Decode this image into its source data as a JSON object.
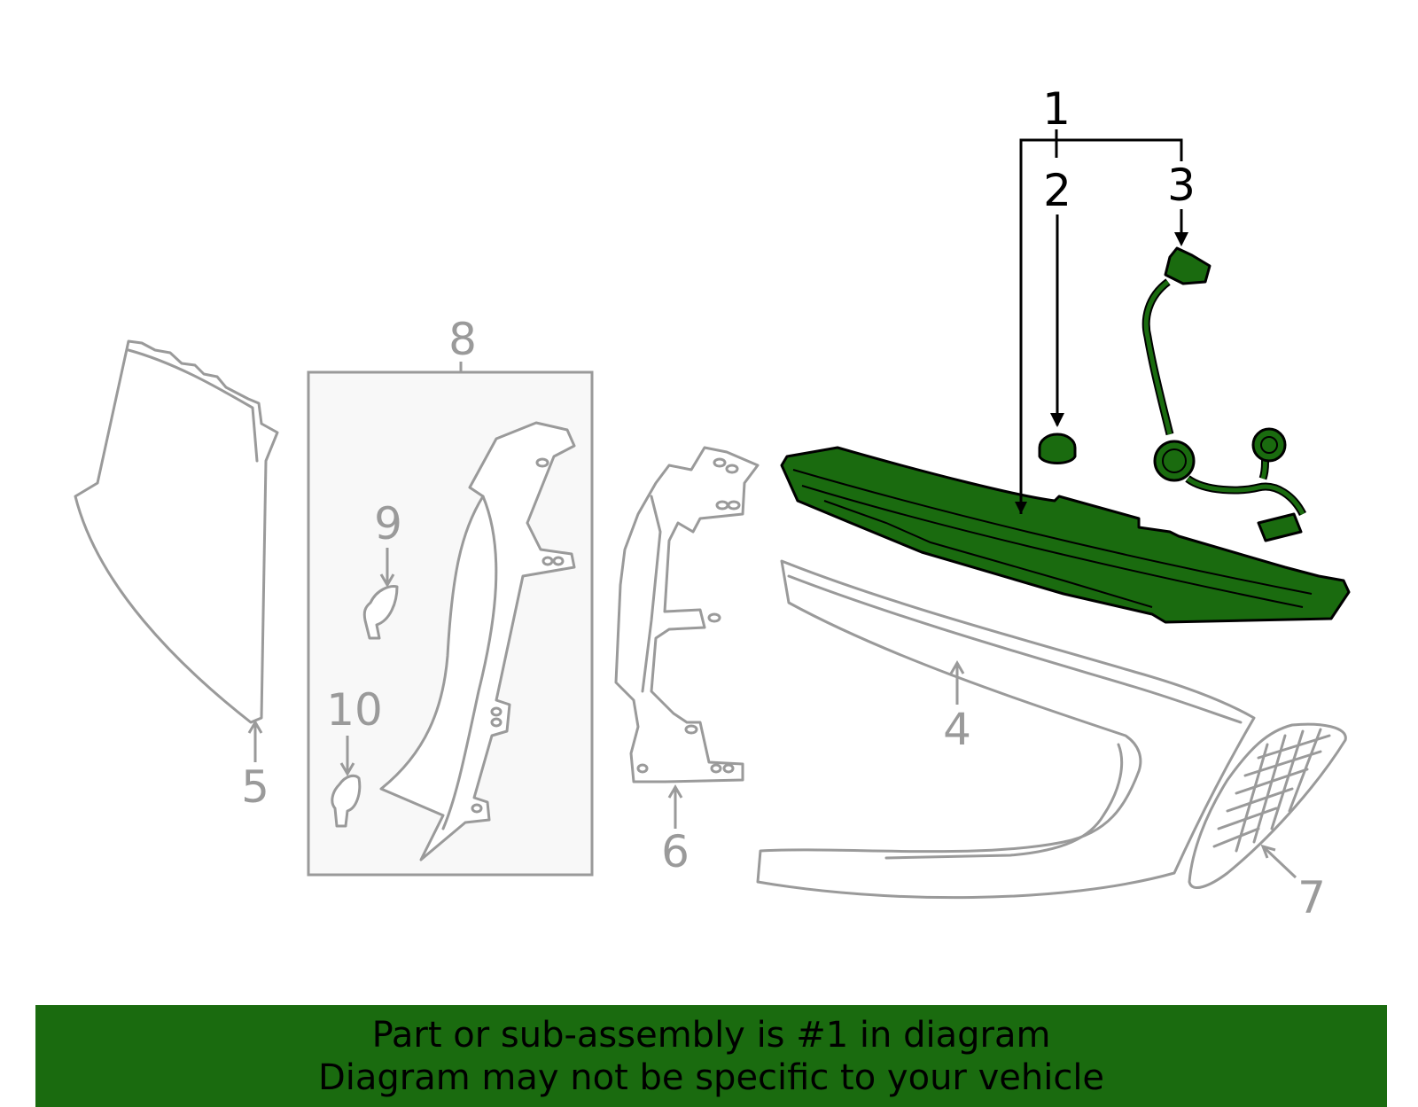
{
  "callouts": {
    "c1": "1",
    "c2": "2",
    "c3": "3",
    "c4": "4",
    "c5": "5",
    "c6": "6",
    "c7": "7",
    "c8": "8",
    "c9": "9",
    "c10": "10"
  },
  "banner": {
    "line1": "Part or sub-assembly is #1 in diagram",
    "line2": "Diagram may not be specific to your vehicle"
  },
  "colors": {
    "highlight": "#1a6b0f",
    "unhighlighted_part": "#9a9a9a",
    "banner_bg": "#1a6b0f"
  }
}
